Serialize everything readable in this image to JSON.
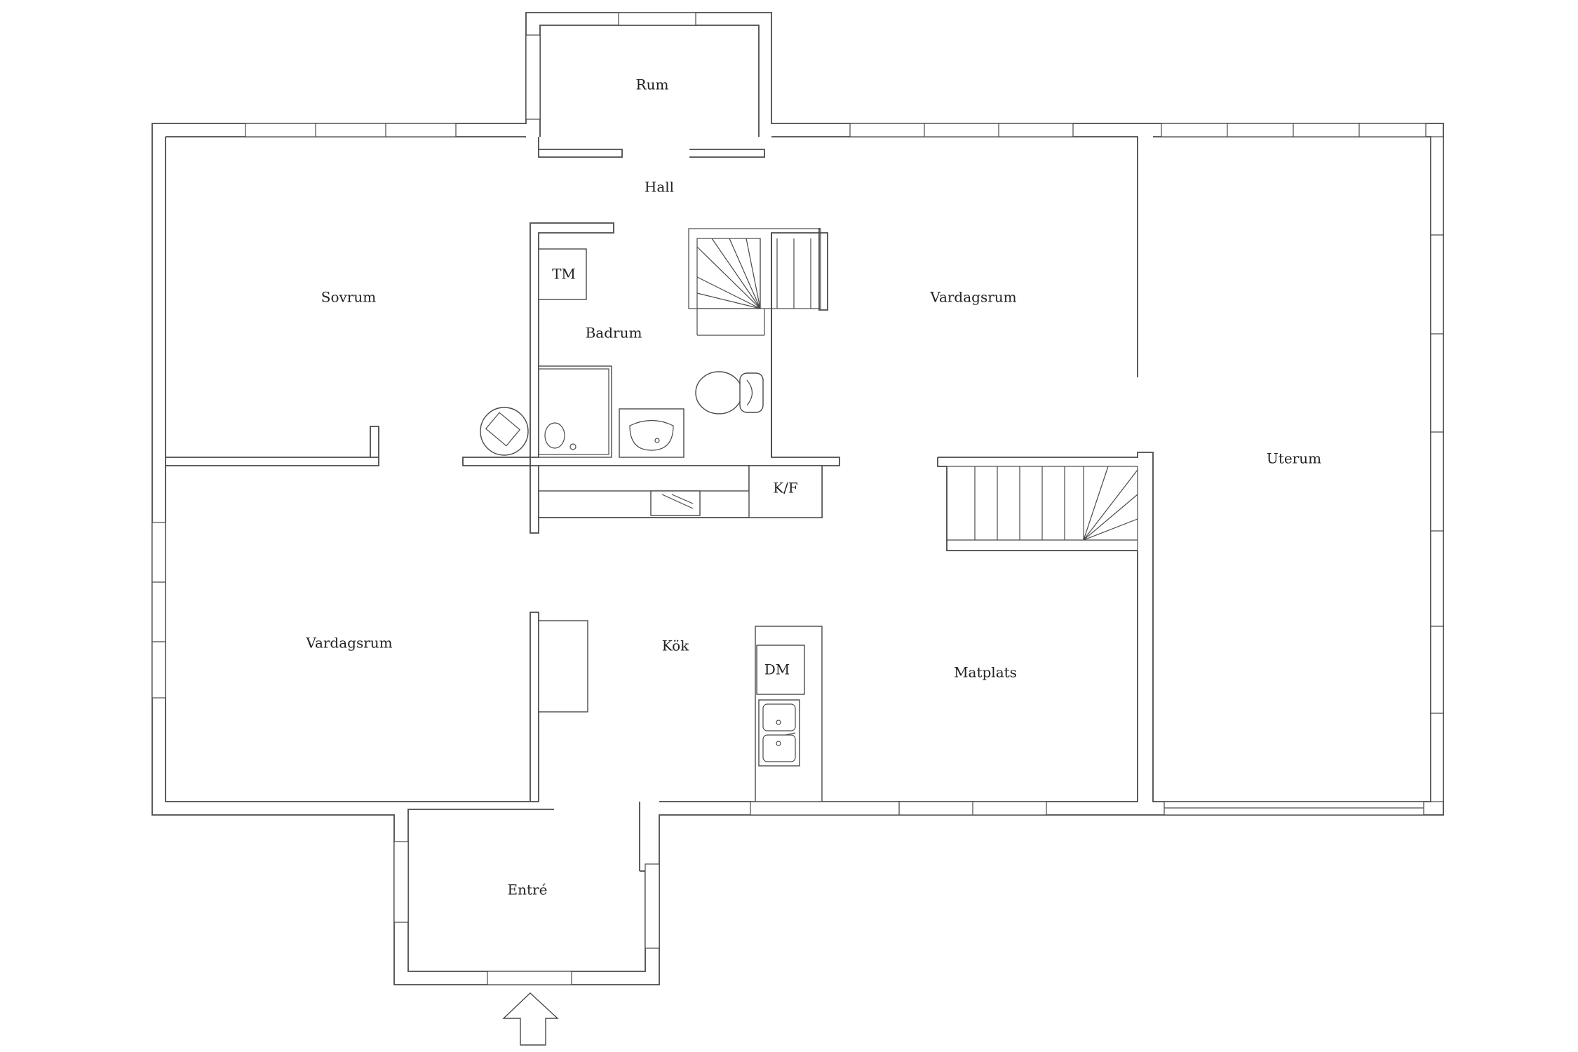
{
  "rooms": {
    "rum": "Rum",
    "hall": "Hall",
    "sovrum": "Sovrum",
    "badrum": "Badrum",
    "tm": "TM",
    "vardagsrum_upper": "Vardagsrum",
    "uterum": "Uterum",
    "kf": "K/F",
    "vardagsrum_lower": "Vardagsrum",
    "kok": "Kök",
    "dm": "DM",
    "matplats": "Matplats",
    "entre": "Entré"
  },
  "icons": {
    "entrance": "arrow-up-icon",
    "toilet": "toilet-icon",
    "sink": "sink-icon",
    "shower": "shower-icon",
    "kitchen_sink": "double-sink-icon",
    "stairs": "staircase-icon",
    "chimney": "stove-icon"
  },
  "colors": {
    "wall": "#4a4a4a",
    "background": "#ffffff",
    "text": "#222222"
  }
}
